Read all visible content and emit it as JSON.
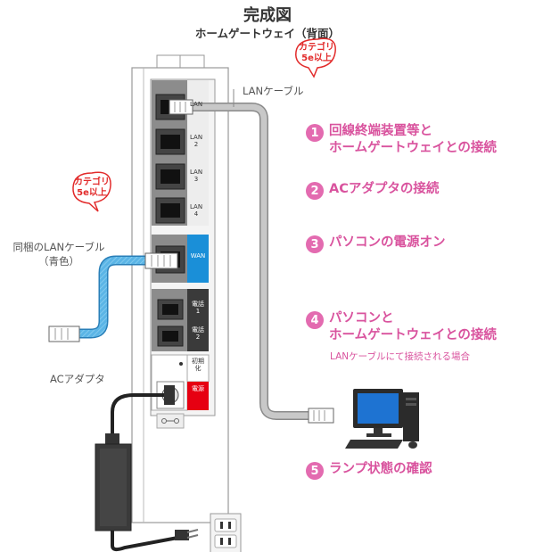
{
  "header": {
    "title": "完成図",
    "subtitle": "ホームゲートウェイ（背面）"
  },
  "labels": {
    "lan_cable": "LANケーブル",
    "blue_cable_line1": "同梱のLANケーブル",
    "blue_cable_line2": "（青色）",
    "ac_adapter": "ACアダプタ"
  },
  "badges": {
    "category_top_line1": "カテゴリ",
    "category_top_line2": "5e以上",
    "category_left_line1": "カテゴリ",
    "category_left_line2": "5e以上"
  },
  "ports": {
    "lan1": "LAN",
    "lan2": "LAN 2",
    "lan3": "LAN 3",
    "lan4": "LAN 4",
    "wan": "WAN",
    "tel1": "電話1",
    "tel2": "電話2",
    "init": "初期化",
    "power": "電源"
  },
  "steps": [
    {
      "number": "1",
      "line1": "回線終端装置等と",
      "line2": "ホームゲートウェイとの接続"
    },
    {
      "number": "2",
      "line1": "ACアダプタの接続"
    },
    {
      "number": "3",
      "line1": "パソコンの電源オン"
    },
    {
      "number": "4",
      "line1": "パソコンと",
      "line2": "ホームゲートウェイとの接続",
      "note": "LANケーブルにて接続される場合"
    },
    {
      "number": "5",
      "line1": "ランプ状態の確認"
    }
  ],
  "colors": {
    "step_accent": "#d9539e",
    "badge_red": "#e22b2b",
    "wan_blue": "#1a8fd8",
    "blue_cable": "#5bb5e6",
    "grey_cable": "#b9b9b9",
    "power_red": "#e60012"
  }
}
